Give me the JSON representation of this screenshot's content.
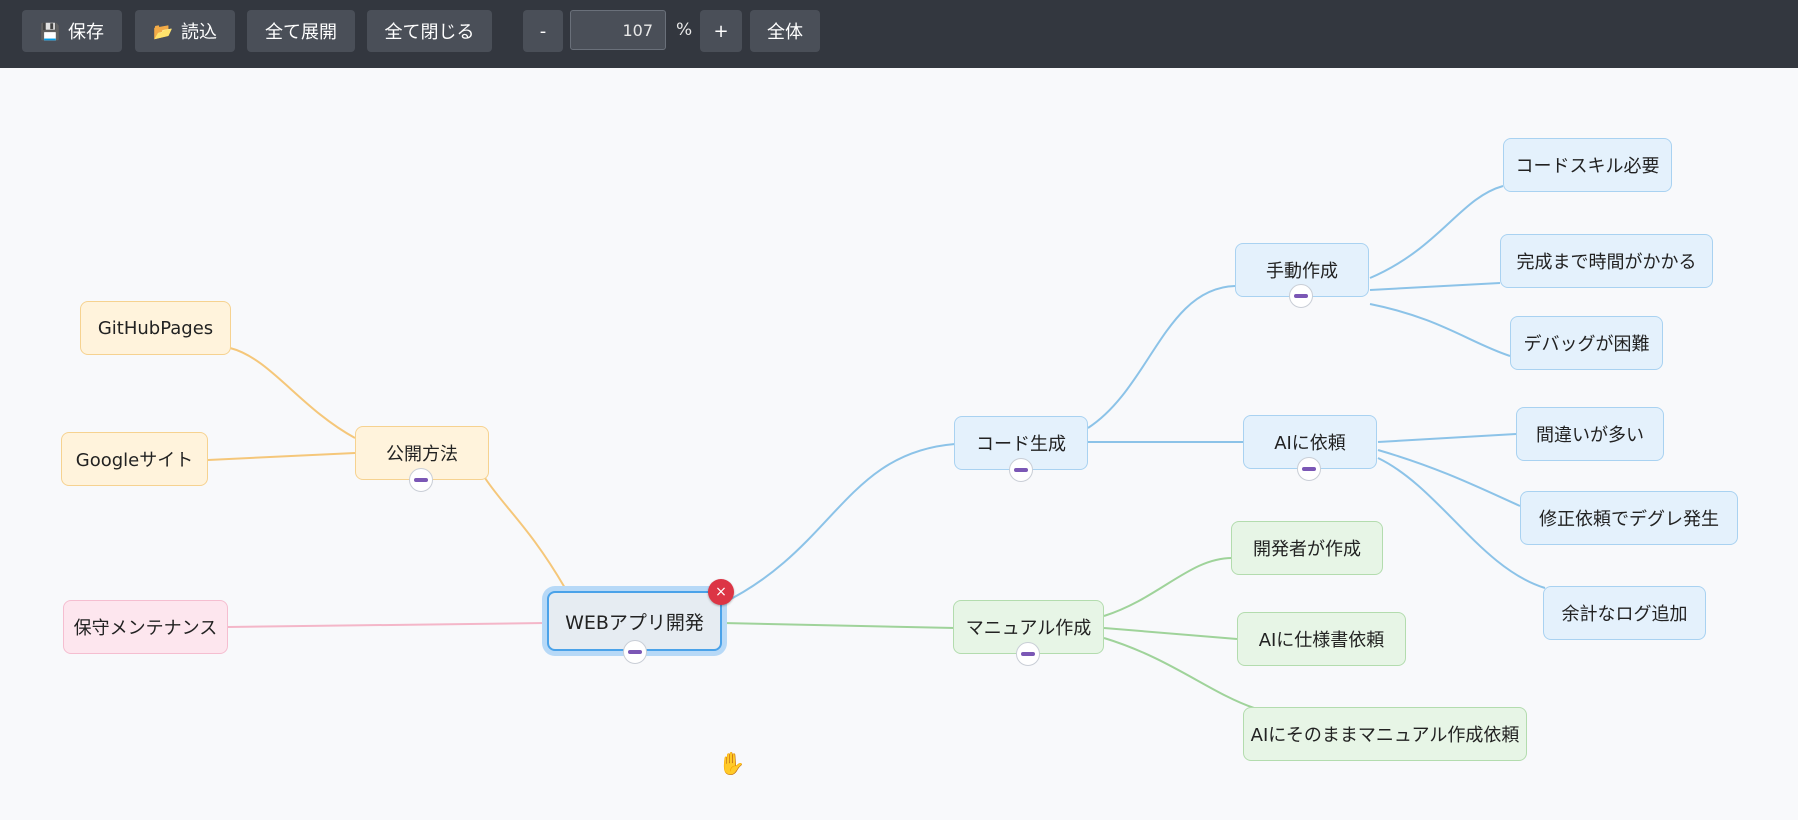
{
  "toolbar": {
    "save_label": "保存",
    "load_label": "読込",
    "expand_all_label": "全て展開",
    "collapse_all_label": "全て閉じる",
    "zoom_out_label": "-",
    "zoom_value": "107",
    "zoom_unit": "%",
    "zoom_in_label": "+",
    "fit_label": "全体",
    "save_icon": "floppy-disk-icon",
    "load_icon": "folder-icon"
  },
  "colors": {
    "toolbar_bg": "#33373f",
    "canvas_bg": "#f8f9fb",
    "branch_blue": "#8cc3e8",
    "branch_orange": "#f5c77a",
    "branch_green": "#9fd39a",
    "branch_pink": "#f4b6c8",
    "delete_red": "#dc3545",
    "toggle_purple": "#7b57b5"
  },
  "mindmap": {
    "root": {
      "label": "WEBアプリ開発"
    },
    "nodes": {
      "code_gen": "コード生成",
      "manual_create": "手動作成",
      "skill_needed": "コードスキル必要",
      "takes_time": "完成まで時間がかかる",
      "debug_hard": "デバッグが困難",
      "ask_ai": "AIに依頼",
      "many_errors": "間違いが多い",
      "degrade": "修正依頼でデグレ発生",
      "extra_logs": "余計なログ追加",
      "manual_doc": "マニュアル作成",
      "dev_creates": "開発者が作成",
      "ai_spec": "AIに仕様書依頼",
      "ai_manual": "AIにそのままマニュアル作成依頼",
      "publish": "公開方法",
      "github": "GitHubPages",
      "google_site": "Googleサイト",
      "maintenance": "保守メンテナンス"
    },
    "delete_label": "×"
  }
}
